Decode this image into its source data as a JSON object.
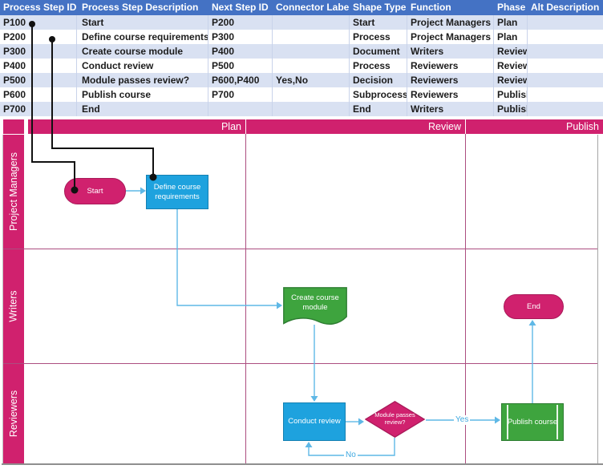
{
  "table": {
    "columns": [
      "Process Step ID",
      "Process Step Description",
      "Next Step ID",
      "Connector Label",
      "Shape Type",
      "Function",
      "Phase",
      "Alt Description"
    ],
    "rows": [
      [
        "P100",
        "Start",
        "P200",
        "",
        "Start",
        "Project Managers",
        "Plan",
        ""
      ],
      [
        "P200",
        "Define course requirements",
        "P300",
        "",
        "Process",
        "Project Managers",
        "Plan",
        ""
      ],
      [
        "P300",
        "Create course module",
        "P400",
        "",
        "Document",
        "Writers",
        "Review",
        ""
      ],
      [
        "P400",
        "Conduct review",
        "P500",
        "",
        "Process",
        "Reviewers",
        "Review",
        ""
      ],
      [
        "P500",
        "Module passes review?",
        "P600,P400",
        "Yes,No",
        "Decision",
        "Reviewers",
        "Review",
        ""
      ],
      [
        "P600",
        "Publish course",
        "P700",
        "",
        "Subprocess",
        "Reviewers",
        "Publish",
        ""
      ],
      [
        "P700",
        "End",
        "",
        "",
        "End",
        "Writers",
        "Publish",
        ""
      ]
    ]
  },
  "phase_bar": {
    "phases": [
      {
        "label": "Plan"
      },
      {
        "label": "Review"
      },
      {
        "label": "Publish"
      }
    ]
  },
  "lanes": [
    {
      "label": "Project Managers"
    },
    {
      "label": "Writers"
    },
    {
      "label": "Reviewers"
    }
  ],
  "shapes": {
    "start": {
      "label": "Start",
      "type": "Start"
    },
    "define": {
      "label": "Define course requirements",
      "type": "Process"
    },
    "create": {
      "label": "Create course module",
      "type": "Document"
    },
    "conduct": {
      "label": "Conduct review",
      "type": "Process"
    },
    "decision": {
      "label": "Module passes review?",
      "type": "Decision"
    },
    "publish": {
      "label": "Publish course",
      "type": "Subprocess"
    },
    "end": {
      "label": "End",
      "type": "End"
    }
  },
  "connector_labels": {
    "yes": "Yes",
    "no": "No"
  },
  "colors": {
    "table_header_blue": "#4472C4",
    "banded_row": "#D9E1F2",
    "magenta": "#D0216E",
    "process_blue": "#1EA2DE",
    "shape_green": "#3EA43E",
    "connector_blue": "#5FB8E6",
    "grid_magenta": "#AC4E80"
  }
}
